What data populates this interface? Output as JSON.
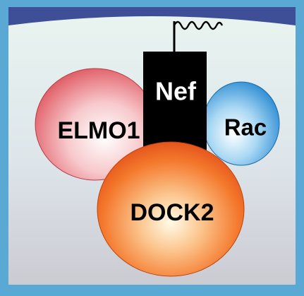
{
  "diagram": {
    "labels": {
      "nef": "Nef",
      "elmo1": "ELMO1",
      "rac": "Rac",
      "dock2": "DOCK2"
    },
    "colors": {
      "frame": "#5aa8d4",
      "cell_top": "#e8f3ef",
      "cell_bottom": "#cfcfd6",
      "membrane": "#3e4f97",
      "nef": "#000000",
      "elmo1": "#e35a63",
      "rac": "#2f8fd6",
      "dock2": "#ee5a1c"
    }
  }
}
